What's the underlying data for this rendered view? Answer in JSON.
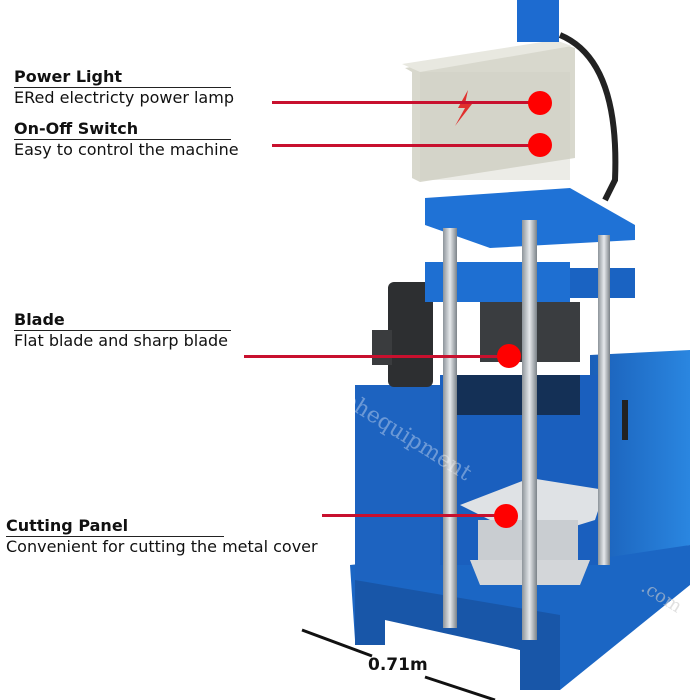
{
  "annotations": [
    {
      "id": "power-light",
      "title": "Power Light",
      "description": "ERed electricty power lamp"
    },
    {
      "id": "on-off-switch",
      "title": "On-Off Switch",
      "description": "Easy to control the machine"
    },
    {
      "id": "blade",
      "title": "Blade",
      "description": "Flat blade and sharp blade"
    },
    {
      "id": "cutting-panel",
      "title": "Cutting Panel",
      "description": "Convenient for cutting the metal cover"
    }
  ],
  "dimension": {
    "label": "0.71m"
  },
  "watermark": {
    "text": "bsehequipment.com"
  },
  "colors": {
    "leader": "#c8102e",
    "dot": "#ff0000",
    "machine_blue": "#1f6fcf",
    "cabinet": "#d9d9cf"
  }
}
